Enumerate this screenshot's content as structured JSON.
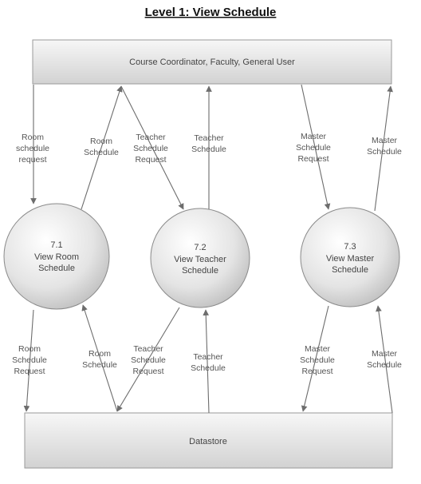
{
  "title": "Level 1: View Schedule",
  "external_entity": {
    "label": "Course Coordinator, Faculty, General User"
  },
  "datastore": {
    "label": "Datastore"
  },
  "processes": [
    {
      "id": "7.1",
      "lines": [
        "View Room",
        "Schedule"
      ]
    },
    {
      "id": "7.2",
      "lines": [
        "View Teacher",
        "Schedule"
      ]
    },
    {
      "id": "7.3",
      "lines": [
        "View Master",
        "Schedule"
      ]
    }
  ],
  "flows_upper": [
    [
      "Room",
      "schedule",
      "request"
    ],
    [
      "Room",
      "Schedule"
    ],
    [
      "Teacher",
      "Schedule",
      "Request"
    ],
    [
      "Teacher",
      "Schedule"
    ],
    [
      "Master",
      "Schedule",
      "Request"
    ],
    [
      "Master",
      "Schedule"
    ]
  ],
  "flows_lower": [
    [
      "Room",
      "Schedule",
      "Request"
    ],
    [
      "Room",
      "Schedule"
    ],
    [
      "Teacher",
      "Schedule",
      "Request"
    ],
    [
      "Teacher",
      "Schedule"
    ],
    [
      "Master",
      "Schedule",
      "Request"
    ],
    [
      "Master",
      "Schedule"
    ]
  ]
}
